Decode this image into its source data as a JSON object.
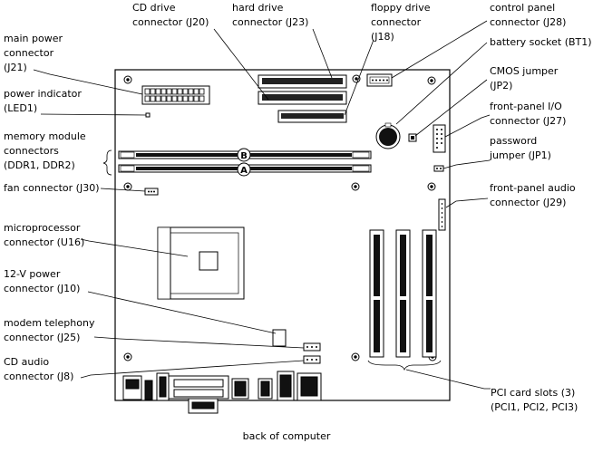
{
  "labels": {
    "main_power": [
      "main power",
      "connector",
      "(J21)"
    ],
    "power_indicator": [
      "power indicator",
      "(LED1)"
    ],
    "memory": [
      "memory module",
      "connectors",
      "(DDR1, DDR2)"
    ],
    "fan": [
      "fan connector (J30)"
    ],
    "microprocessor": [
      "microprocessor",
      "connector (U16)"
    ],
    "power12v": [
      "12-V power",
      "connector (J10)"
    ],
    "modem": [
      "modem telephony",
      "connector (J25)"
    ],
    "cd_audio": [
      "CD audio",
      "connector (J8)"
    ],
    "cd_drive": [
      "CD drive",
      "connector (J20)"
    ],
    "hard_drive": [
      "hard drive",
      "connector (J23)"
    ],
    "floppy": [
      "floppy drive",
      "connector",
      "(J18)"
    ],
    "control_panel": [
      "control panel",
      "connector (J28)"
    ],
    "battery": [
      "battery socket (BT1)"
    ],
    "cmos": [
      "CMOS jumper",
      "(JP2)"
    ],
    "front_io": [
      "front-panel I/O",
      "connector (J27)"
    ],
    "password": [
      "password",
      "jumper (JP1)"
    ],
    "front_audio": [
      "front-panel audio",
      "connector (J29)"
    ],
    "pci": [
      "PCI card slots (3)",
      "(PCI1, PCI2, PCI3)"
    ]
  },
  "slot_markers": {
    "upper": "B",
    "lower": "A"
  },
  "footer": "back of computer"
}
